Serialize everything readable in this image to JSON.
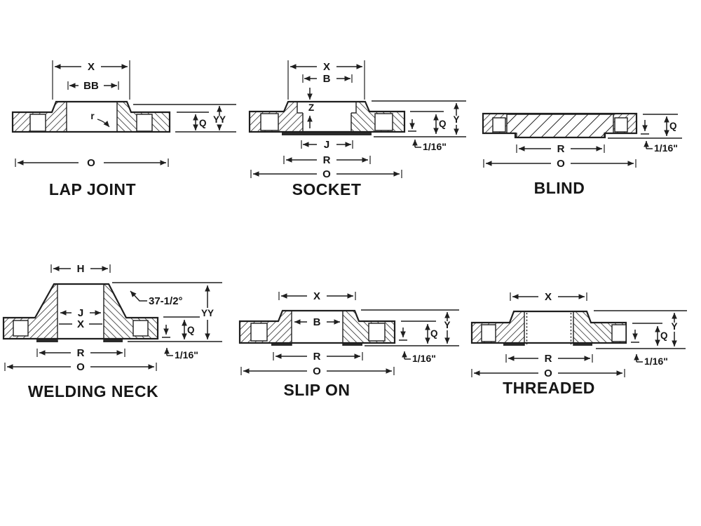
{
  "figure": {
    "background": "#ffffff",
    "ink": "#1f1f1f"
  },
  "flanges": {
    "lap_joint": {
      "title": "LAP JOINT",
      "labels": {
        "x": "X",
        "bb": "BB",
        "radius": "r",
        "q": "Q",
        "yy": "YY",
        "o": "O"
      }
    },
    "socket": {
      "title": "SOCKET",
      "labels": {
        "x": "X",
        "b": "B",
        "z": "Z",
        "j": "J",
        "r": "R",
        "o": "O",
        "y": "Y",
        "q": "Q",
        "rf_height": "1/16\""
      }
    },
    "blind": {
      "title": "BLIND",
      "labels": {
        "r": "R",
        "o": "O",
        "q": "Q",
        "rf_height": "1/16\""
      }
    },
    "welding_neck": {
      "title": "WELDING NECK",
      "labels": {
        "h": "H",
        "bevel_angle": "37-1/2°",
        "j": "J",
        "x": "X",
        "yy": "YY",
        "q": "Q",
        "rf_height": "1/16\"",
        "r": "R",
        "o": "O"
      }
    },
    "slip_on": {
      "title": "SLIP ON",
      "labels": {
        "x": "X",
        "b": "B",
        "r": "R",
        "o": "O",
        "y": "Y",
        "q": "Q",
        "rf_height": "1/16\""
      }
    },
    "threaded": {
      "title": "THREADED",
      "labels": {
        "x": "X",
        "r": "R",
        "o": "O",
        "y": "Y",
        "q": "Q",
        "rf_height": "1/16\""
      }
    }
  }
}
